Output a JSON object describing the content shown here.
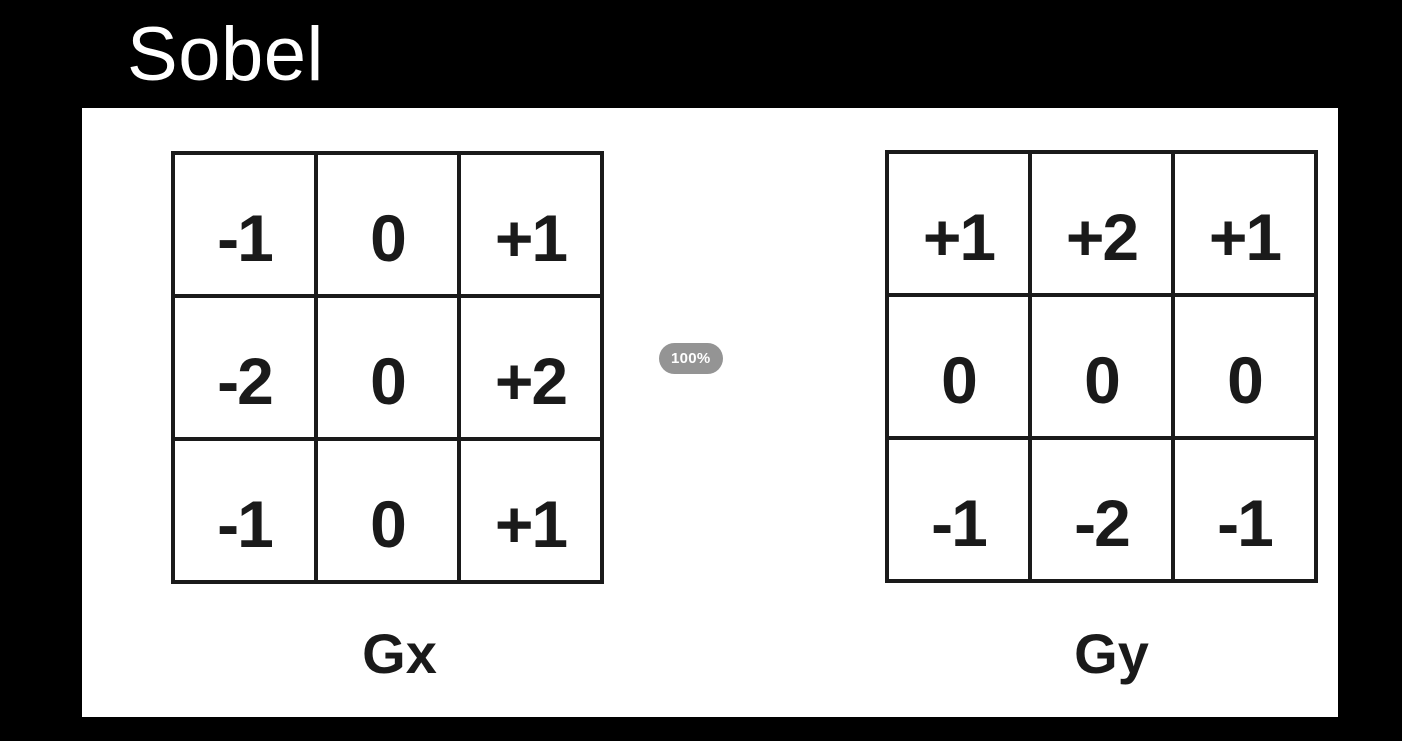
{
  "title": "Sobel",
  "zoom_indicator": {
    "value": "100%"
  },
  "matrices": [
    {
      "label": "Gx",
      "rows": [
        [
          "-1",
          "0",
          "+1"
        ],
        [
          "-2",
          "0",
          "+2"
        ],
        [
          "-1",
          "0",
          "+1"
        ]
      ]
    },
    {
      "label": "Gy",
      "rows": [
        [
          "+1",
          "+2",
          "+1"
        ],
        [
          "0",
          "0",
          "0"
        ],
        [
          "-1",
          "-2",
          "-1"
        ]
      ]
    }
  ],
  "colors": {
    "canvas_bg": "#000000",
    "panel_bg": "#ffffff",
    "ink": "#1a1a1a",
    "title_text": "#ffffff",
    "badge_bg": "#949494",
    "badge_text": "#ffffff"
  }
}
